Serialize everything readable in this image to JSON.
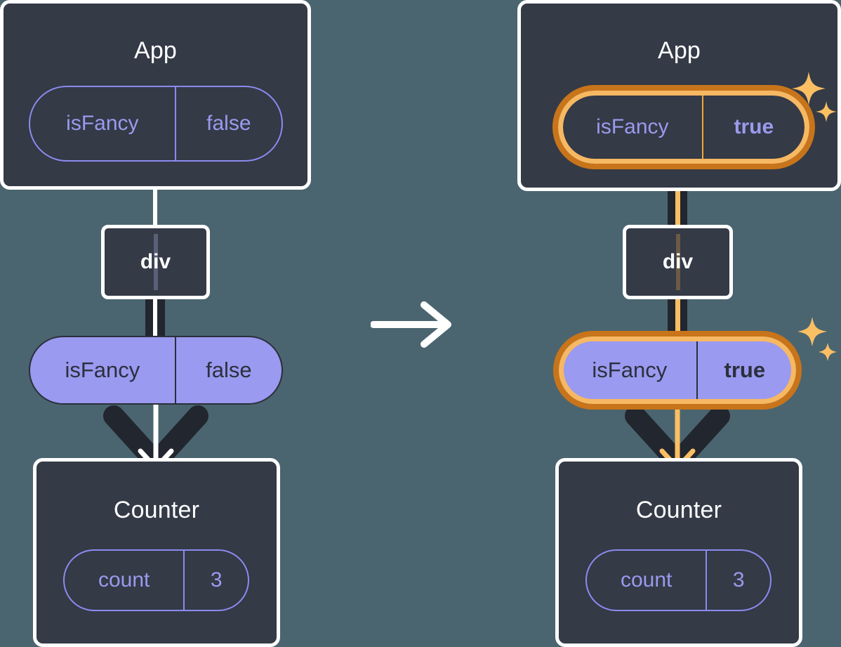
{
  "diagram": {
    "title": "React state update re-render diagram",
    "background_color": "#4a6570"
  },
  "colors": {
    "panel_bg": "#343a46",
    "panel_border": "#ffffff",
    "pill_outline": "#8b8bf0",
    "pill_text": "#9a9aee",
    "pill_filled_bg": "#9a9af0",
    "pill_filled_text": "#2b303c",
    "highlight_outer": "#c8741a",
    "highlight_inner": "#f7b863",
    "connector_dark": "#22262f",
    "connector_white": "#ffffff",
    "connector_orange": "#fbbf63",
    "sparkle": "#fbbf63"
  },
  "panels": [
    {
      "id": "before",
      "app": {
        "title": "App",
        "state_pill": {
          "key": "isFancy",
          "value": "false",
          "highlighted": false,
          "value_bold": false
        }
      },
      "div_node": {
        "label": "div"
      },
      "prop_pill": {
        "key": "isFancy",
        "value": "false",
        "highlighted": false,
        "value_bold": false
      },
      "counter": {
        "title": "Counter",
        "state_pill": {
          "key": "count",
          "value": "3",
          "highlighted": false,
          "value_bold": false
        }
      },
      "arrow_color": "#ffffff"
    },
    {
      "id": "after",
      "app": {
        "title": "App",
        "state_pill": {
          "key": "isFancy",
          "value": "true",
          "highlighted": true,
          "value_bold": true
        }
      },
      "div_node": {
        "label": "div"
      },
      "prop_pill": {
        "key": "isFancy",
        "value": "true",
        "highlighted": true,
        "value_bold": true
      },
      "counter": {
        "title": "Counter",
        "state_pill": {
          "key": "count",
          "value": "3",
          "highlighted": false,
          "value_bold": false
        }
      },
      "arrow_color": "#fbbf63"
    }
  ],
  "transition": {
    "icon": "right-arrow-icon",
    "color": "#ffffff"
  },
  "sparkle_icon": "sparkles-icon"
}
